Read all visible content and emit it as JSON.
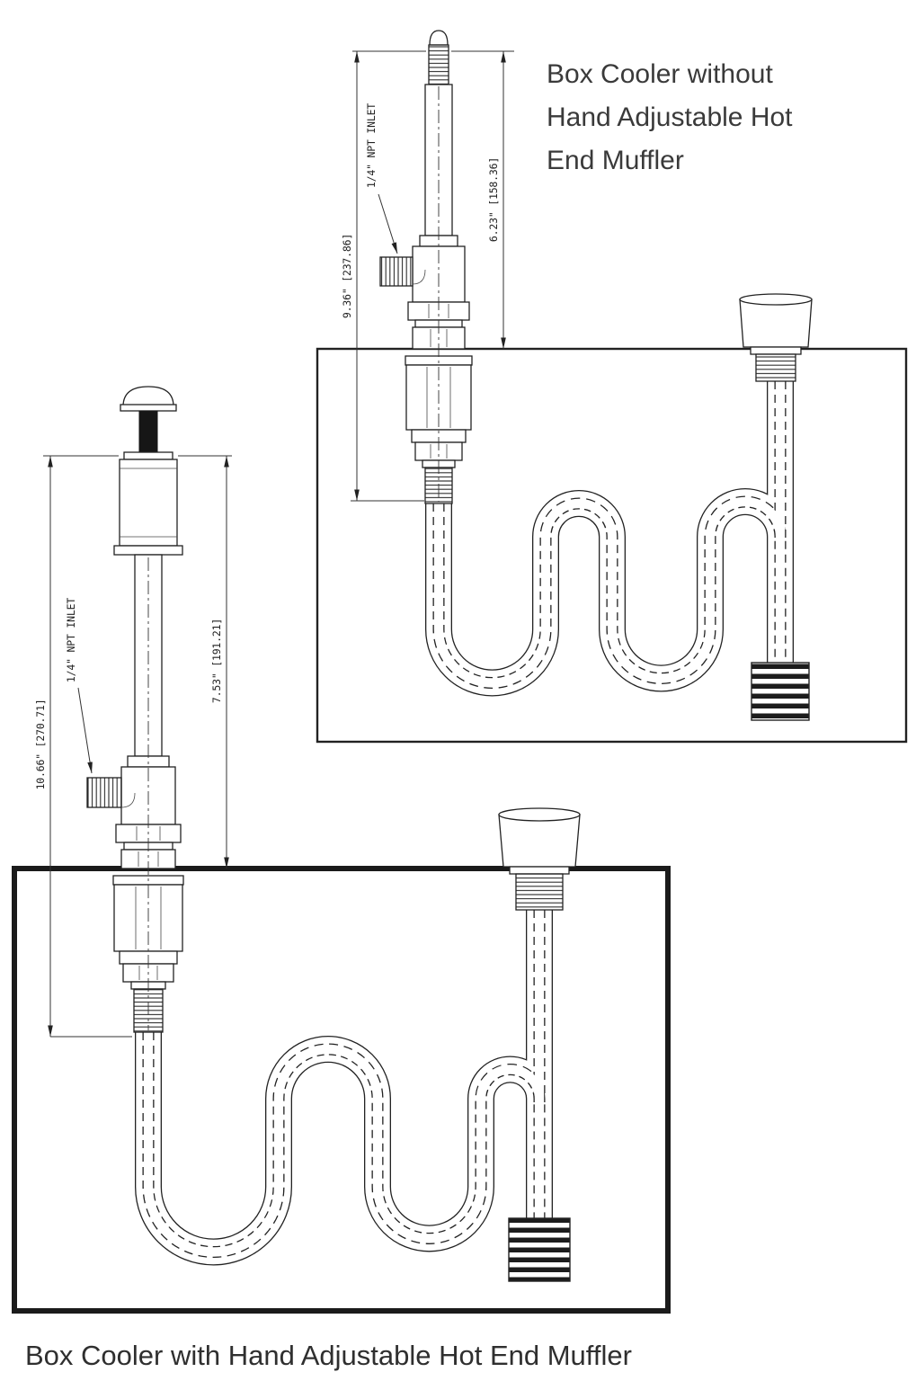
{
  "titles": {
    "top_line1": "Box Cooler without",
    "top_line2": "Hand Adjustable Hot",
    "top_line3": "End Muffler",
    "bottom": "Box Cooler with Hand Adjustable Hot End Muffler"
  },
  "top_diagram": {
    "dim_overall": "9.36\" [237.86]",
    "dim_insertion": "6.23\" [158.36]",
    "inlet_label": "1/4\" NPT INLET"
  },
  "bottom_diagram": {
    "dim_overall": "10.66\" [270.71]",
    "dim_insertion": "7.53\" [191.21]",
    "inlet_label": "1/4\" NPT INLET"
  },
  "colors": {
    "line": "#222222",
    "text": "#3a3a3a",
    "background": "#ffffff"
  }
}
